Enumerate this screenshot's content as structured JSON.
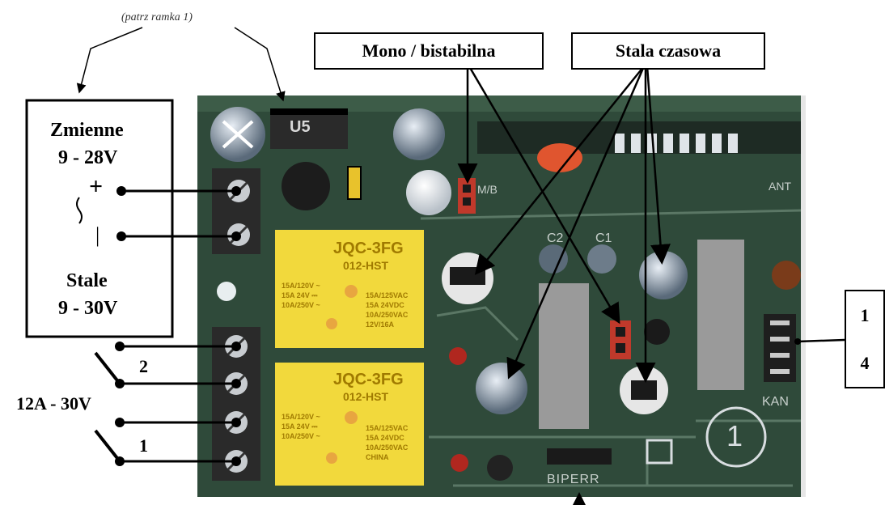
{
  "diagram": {
    "note_top": "(patrz ramka 1)",
    "labels": {
      "mode_jumper": "Mono / bistabilna",
      "time_constant": "Stala czasowa"
    },
    "power_box": {
      "ac_title": "Zmienne",
      "ac_range": "9 - 28V",
      "dc_title": "Stale",
      "dc_range": "9 - 30V",
      "plus": "+",
      "minus": "|"
    },
    "outputs": {
      "rating": "12A - 30V",
      "contact_2": "2",
      "contact_1": "1"
    },
    "channel_box": {
      "top": "1",
      "bottom": "4"
    },
    "board": {
      "ic_label": "U5",
      "jumper_ml": "M/B",
      "antenna": "ANT",
      "cap_c2": "C2",
      "cap_c1": "C1",
      "kan": "KAN",
      "biperr": "BIPERR",
      "circle_marker": "1",
      "relay_top": {
        "model": "JQC-3FG",
        "code": "012-HST",
        "specs": [
          "15A/120V ~",
          "15A 24V ⎓",
          "10A/250V ~"
        ],
        "specs_right": [
          "15A/125VAC",
          "15A 24VDC",
          "10A/250VAC",
          "12V/16A"
        ]
      },
      "relay_bottom": {
        "model": "JQC-3FG",
        "code": "012-HST",
        "specs": [
          "15A/120V ~",
          "15A 24V ⎓",
          "10A/250V ~"
        ],
        "specs_right": [
          "15A/125VAC",
          "15A 24VDC",
          "10A/250VAC",
          "CHINA"
        ]
      }
    },
    "colors": {
      "pcb": "#2f4a3a",
      "pcb_dark": "#1f3328",
      "relay": "#f2d93c",
      "terminal": "#2a2a2a",
      "jumper_red": "#c0392b",
      "ic": "#9a9a9a"
    }
  }
}
